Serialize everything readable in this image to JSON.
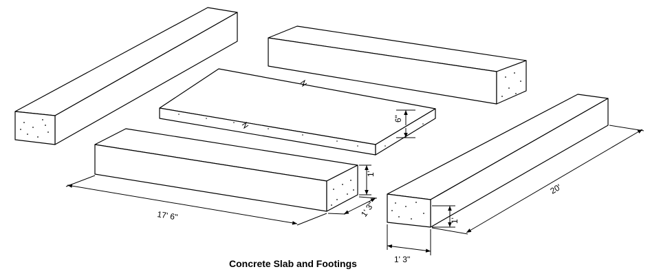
{
  "caption": "Concrete Slab and Footings",
  "dimensions": {
    "slab_thickness": "6\"",
    "front_footing_length": "17' 6\"",
    "front_footing_height": "1'",
    "front_footing_width": "1' 3\"",
    "right_footing_length": "20'",
    "right_footing_height": "1'",
    "right_footing_width": "1' 3\""
  }
}
